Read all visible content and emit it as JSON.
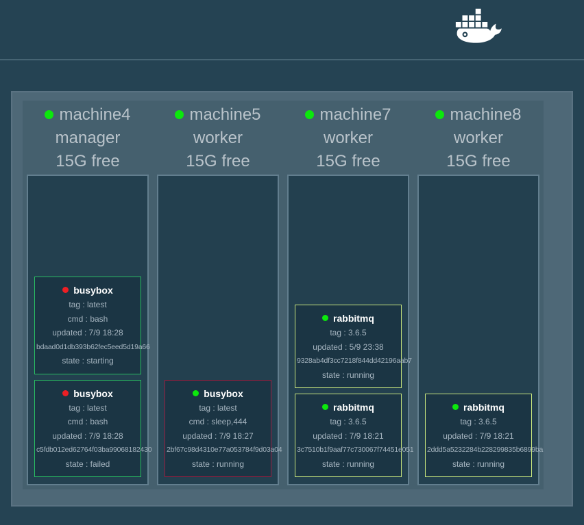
{
  "header": {
    "logo_icon": "docker-whale-icon"
  },
  "colors": {
    "page_bg": "#254353",
    "panel_bg": "#4e6877",
    "node_bg": "#45606e",
    "box_bg": "#23404f",
    "card_bg": "#1b3544",
    "status_green": "#0ce80c",
    "status_red": "#ed1f24",
    "card_border_green": "#29bd62",
    "card_border_crimson": "#9c1c3e",
    "card_border_yellowgreen": "#c9e77e"
  },
  "nodes": [
    {
      "name": "machine4",
      "role": "manager",
      "free": "15G free",
      "status_color": "#0ce80c",
      "containers": [
        {
          "name": "busybox",
          "dot_color": "#ed1f24",
          "border_color": "#29bd62",
          "lines": [
            "tag : latest",
            "cmd : bash",
            "updated : 7/9 18:28",
            "bdaad0d1db393b62fec5eed5d19a66",
            "state : starting"
          ]
        },
        {
          "name": "busybox",
          "dot_color": "#ed1f24",
          "border_color": "#29bd62",
          "lines": [
            "tag : latest",
            "cmd : bash",
            "updated : 7/9 18:28",
            "c5fdb012ed62764f03ba99068182430",
            "state : failed"
          ]
        }
      ]
    },
    {
      "name": "machine5",
      "role": "worker",
      "free": "15G free",
      "status_color": "#0ce80c",
      "containers": [
        {
          "name": "busybox",
          "dot_color": "#0ce80c",
          "border_color": "#9c1c3e",
          "lines": [
            "tag : latest",
            "cmd : sleep,444",
            "updated : 7/9 18:27",
            "2bf67c98d4310e77a053784f9d03a04",
            "state : running"
          ]
        }
      ]
    },
    {
      "name": "machine7",
      "role": "worker",
      "free": "15G free",
      "status_color": "#0ce80c",
      "containers": [
        {
          "name": "rabbitmq",
          "dot_color": "#0ce80c",
          "border_color": "#c9e77e",
          "lines": [
            "tag : 3.6.5",
            "updated : 5/9 23:38",
            "9328ab4df3cc7218f844dd42196aab7",
            "state : running"
          ]
        },
        {
          "name": "rabbitmq",
          "dot_color": "#0ce80c",
          "border_color": "#c9e77e",
          "lines": [
            "tag : 3.6.5",
            "updated : 7/9 18:21",
            "3c7510b1f9aaf77c730067f74451e051",
            "state : running"
          ]
        }
      ]
    },
    {
      "name": "machine8",
      "role": "worker",
      "free": "15G free",
      "status_color": "#0ce80c",
      "containers": [
        {
          "name": "rabbitmq",
          "dot_color": "#0ce80c",
          "border_color": "#c9e77e",
          "lines": [
            "tag : 3.6.5",
            "updated : 7/9 18:21",
            "2ddd5a5232284b228299835b6899ba",
            "state : running"
          ]
        }
      ]
    }
  ]
}
